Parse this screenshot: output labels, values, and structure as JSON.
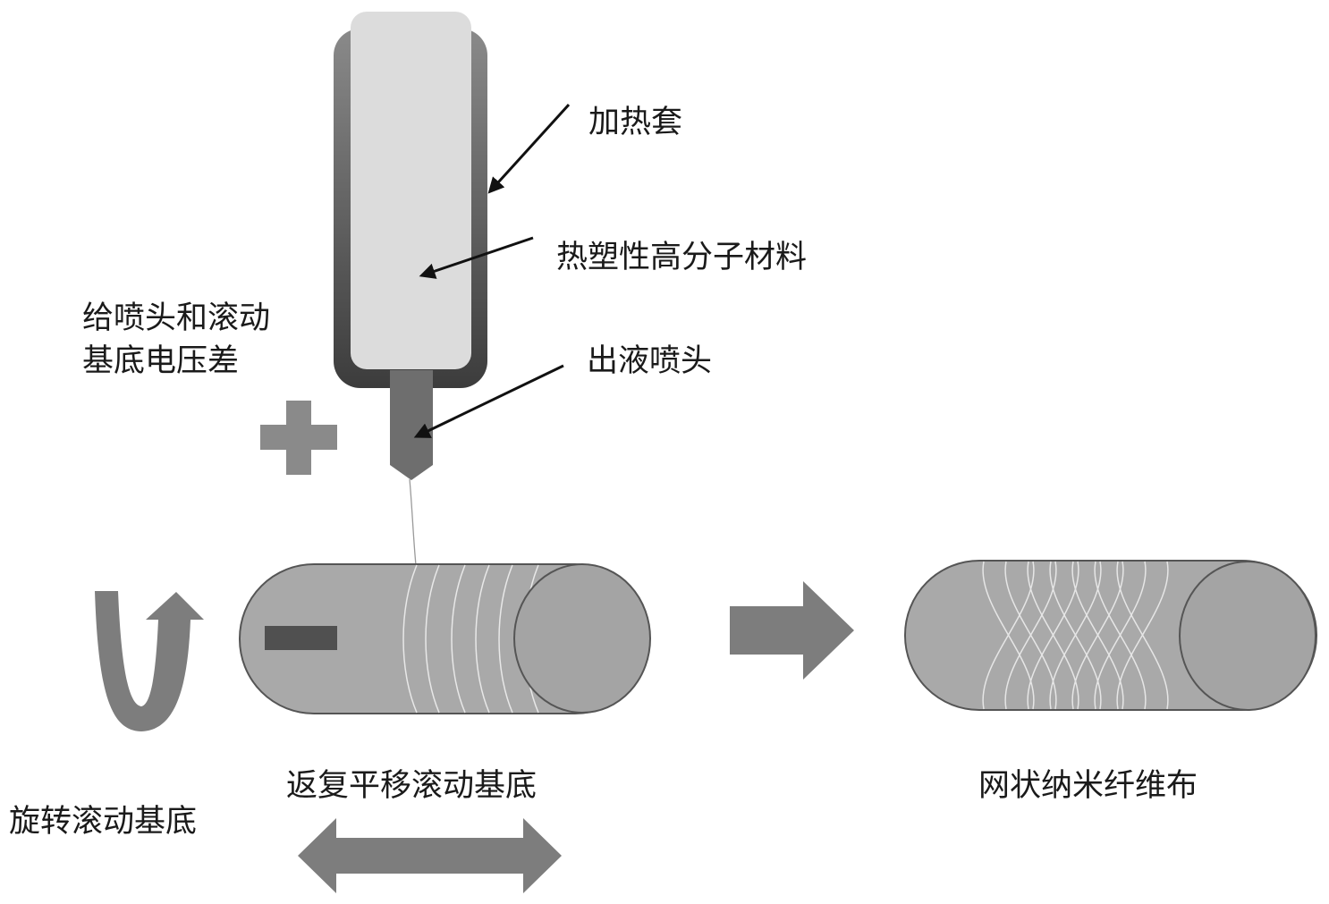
{
  "labels": {
    "heating_jacket": "加热套",
    "thermoplastic_polymer": "热塑性高分子材料",
    "voltage_line1": "给喷头和滚动",
    "voltage_line2": "基底电压差",
    "nozzle": "出液喷头",
    "reciprocating_substrate": "返复平移滚动基底",
    "rotating_substrate": "旋转滚动基底",
    "mesh_fabric": "网状纳米纤维布"
  },
  "colors": {
    "jacket": "#5e5e5e",
    "material": "#dcdcdc",
    "nozzle": "#6e6e6e",
    "roller": "#a9a9a9",
    "roller_end": "#a4a4a4",
    "arrow": "#7d7d7d",
    "fiber": "#e8e8e8",
    "text": "#1a1a1a"
  },
  "icons": {
    "positive": "plus-icon",
    "negative": "minus-icon",
    "rotation": "rotation-arrow-icon",
    "translation": "double-arrow-icon",
    "process_flow": "right-arrow-icon"
  }
}
